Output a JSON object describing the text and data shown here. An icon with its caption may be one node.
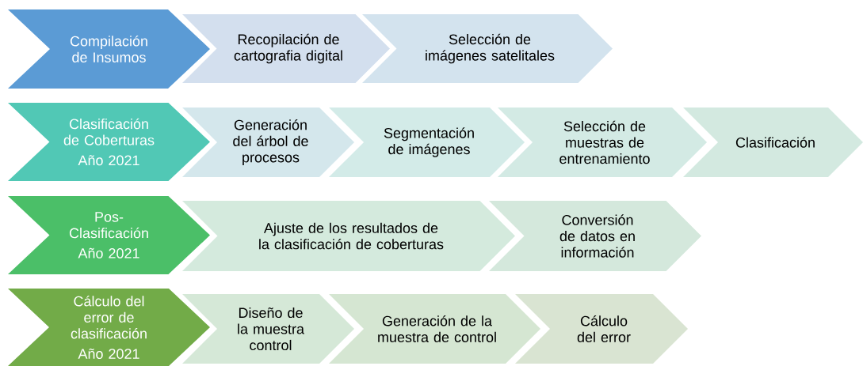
{
  "diagram": {
    "nodes": [
      {
        "text": [
          "Compilación de Insumos"
        ]
      },
      {
        "text": [
          "Recopilación de cartografia digital"
        ]
      },
      {
        "text": [
          "Selección de imágenes satelitales"
        ]
      },
      {
        "text": [
          "Clasificación de Coberturas",
          "Año 2021"
        ]
      },
      {
        "text": [
          "Generación del árbol de procesos"
        ]
      },
      {
        "text": [
          "Segmentación de imágenes"
        ]
      },
      {
        "text": [
          "Selección de muestras de entrenamiento"
        ]
      },
      {
        "text": [
          "Clasificación"
        ]
      },
      {
        "text": [
          "Pos-Clasificación",
          "Año 2021"
        ]
      },
      {
        "text": [
          "Ajuste de los resultados de la clasificación de coberturas"
        ]
      },
      {
        "text": [
          "Conversión de datos en información"
        ]
      },
      {
        "text": [
          "Cálculo del error de clasificación",
          "Año 2021"
        ]
      },
      {
        "text": [
          "Diseño de la muestra control"
        ]
      },
      {
        "text": [
          "Generación de la muestra de control"
        ]
      },
      {
        "text": [
          "Cálculo del error"
        ]
      }
    ]
  }
}
